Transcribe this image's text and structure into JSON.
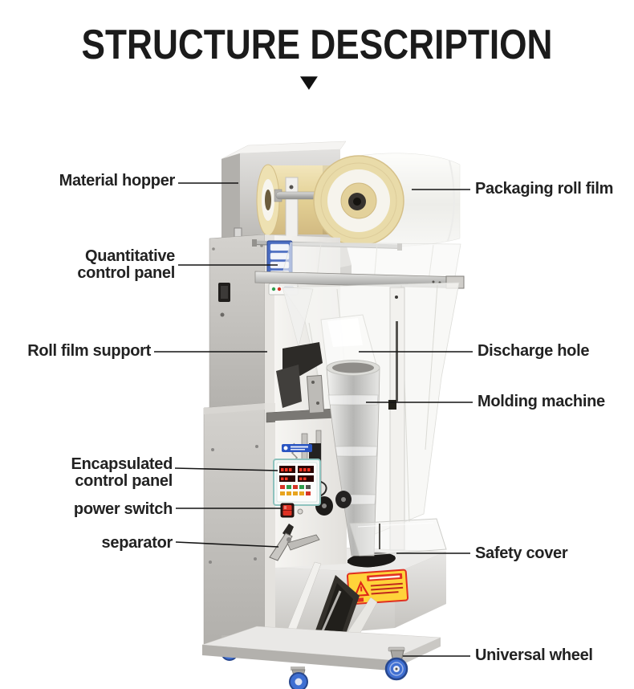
{
  "header": {
    "title": "STRUCTURE DESCRIPTION",
    "down_arrow_icon": "▼"
  },
  "labels": [
    {
      "id": "material-hopper",
      "side": "left",
      "text": "Material hopper"
    },
    {
      "id": "quantitative-control-panel",
      "side": "left",
      "text": "Quantitative\ncontrol panel"
    },
    {
      "id": "roll-film-support",
      "side": "left",
      "text": "Roll film support"
    },
    {
      "id": "encapsulated-control-panel",
      "side": "left",
      "text": "Encapsulated\ncontrol panel"
    },
    {
      "id": "power-switch",
      "side": "left",
      "text": "power switch"
    },
    {
      "id": "separator",
      "side": "left",
      "text": "separator"
    },
    {
      "id": "packaging-roll-film",
      "side": "right",
      "text": "Packaging roll film"
    },
    {
      "id": "discharge-hole",
      "side": "right",
      "text": "Discharge hole"
    },
    {
      "id": "molding-machine",
      "side": "right",
      "text": "Molding machine"
    },
    {
      "id": "safety-cover",
      "side": "right",
      "text": "Safety cover"
    },
    {
      "id": "universal-wheel",
      "side": "right",
      "text": "Universal wheel"
    }
  ],
  "icons": [
    "down-arrow-icon",
    "warning-sticker",
    "brand-logo"
  ],
  "colors": {
    "background": "#ffffff",
    "title": "#1b1b1b",
    "label_text": "#222222",
    "connector_line": "#141414",
    "control_panel_blue": "#4a6cc0",
    "warning_yellow": "#ffd33a",
    "warning_red": "#e03020",
    "wheel_blue": "#3f6fd2",
    "led_red": "#ff3422",
    "machine_steel": "#d6d5d3"
  }
}
